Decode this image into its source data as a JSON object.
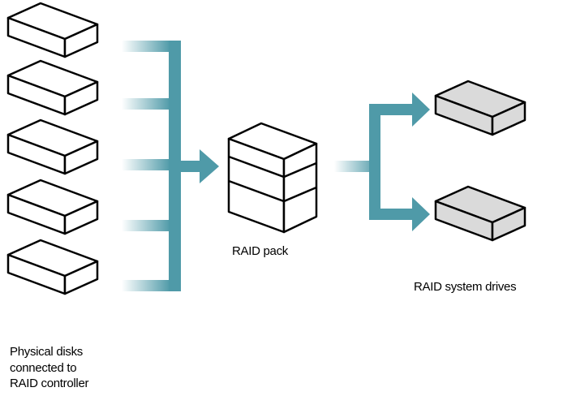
{
  "diagram": {
    "labels": {
      "raid_pack": "RAID pack",
      "system_drives": "RAID system drives",
      "physical_disks": [
        "Physical disks",
        "connected to",
        "RAID controller"
      ]
    },
    "colors": {
      "arrow": "#4f9aa8",
      "arrow_fade_to": "#ffffff",
      "box_outline": "#000000",
      "disk_fill": "#ffffff",
      "drive_fill": "#dadada"
    }
  }
}
